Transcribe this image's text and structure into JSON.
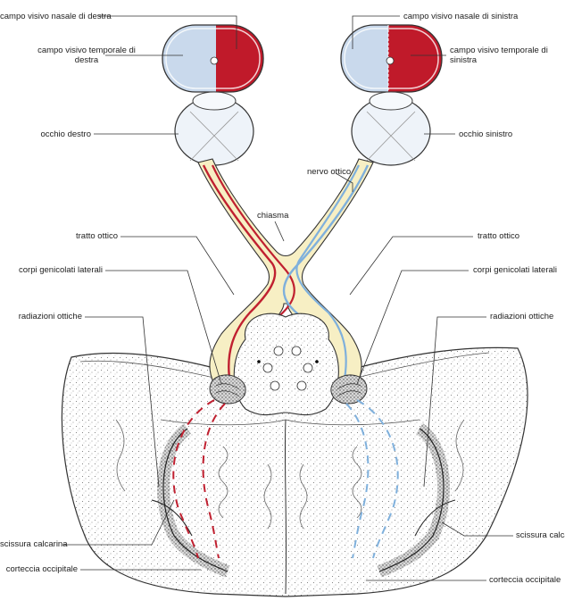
{
  "colors": {
    "nasal_field": "#c01a2a",
    "temporal_field": "#c9d9ec",
    "red_pathway": "#c02030",
    "blue_pathway": "#7fb0dc",
    "tract_fill": "#f7efc4",
    "eye_fill": "#eef3f9",
    "brain_stipple": "#555555"
  },
  "labels": {
    "nasal_right": "campo visivo nasale di destra",
    "temporal_right": "campo visivo temporale di destra",
    "eye_right": "occhio destro",
    "nasal_left": "campo visivo nasale di sinistra",
    "temporal_left": "campo visivo temporale di sinistra",
    "eye_left": "occhio sinistro",
    "optic_nerve": "nervo ottico",
    "chiasm": "chiasma",
    "tract_right": "tratto ottico",
    "tract_left": "tratto ottico",
    "lgn_right": "corpi genicolati laterali",
    "lgn_left": "corpi genicolati laterali",
    "radiations_right": "radiazioni ottiche",
    "radiations_left": "radiazioni ottiche",
    "calcarine_right": "scissura calcarina",
    "calcarine_left": "scissura calcarina",
    "cortex_right": "corteccia occipitale",
    "cortex_left": "corteccia occipitale"
  }
}
